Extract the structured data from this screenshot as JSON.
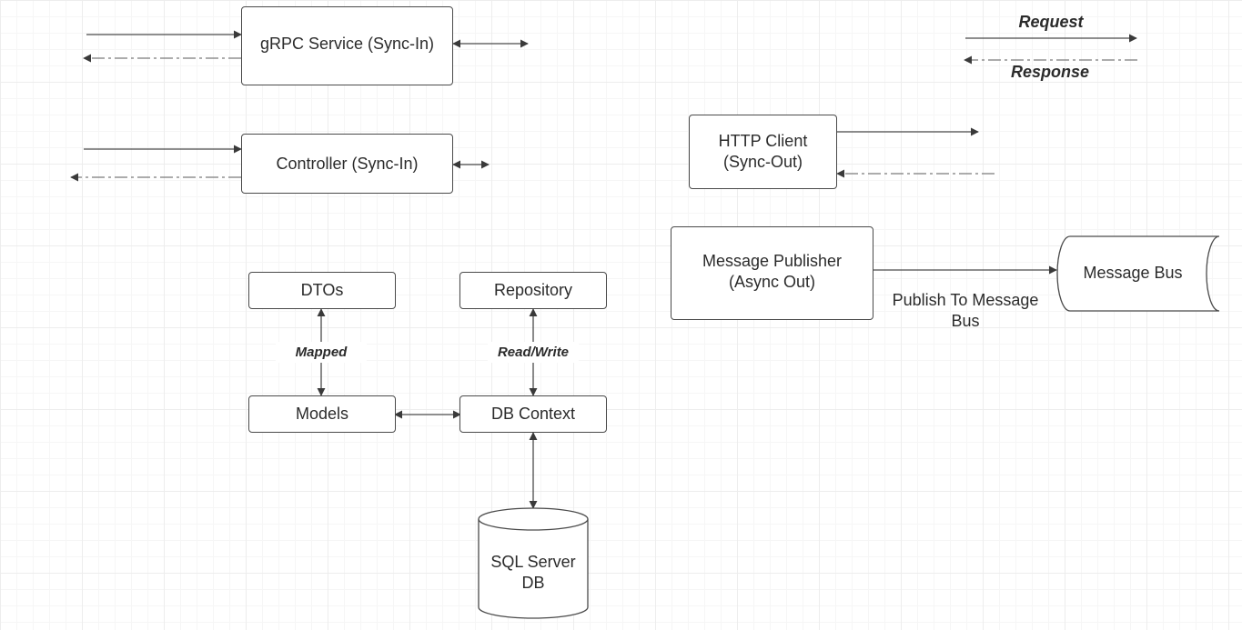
{
  "nodes": {
    "grpc_service": "gRPC Service (Sync-In)",
    "controller": "Controller (Sync-In)",
    "http_client": "HTTP Client\n(Sync-Out)",
    "message_publisher": "Message Publisher\n(Async Out)",
    "message_bus": "Message Bus",
    "dtos": "DTOs",
    "repository": "Repository",
    "models": "Models",
    "db_context": "DB Context",
    "sql_server_db": "SQL Server\nDB"
  },
  "edge_labels": {
    "mapped": "Mapped",
    "read_write": "Read/Write",
    "publish": "Publish To Message\nBus"
  },
  "legend": {
    "request": "Request",
    "response": "Response"
  },
  "colors": {
    "line": "#4a4a4a",
    "dashed_line": "#8a8a8a",
    "text": "#2b2b2b"
  }
}
